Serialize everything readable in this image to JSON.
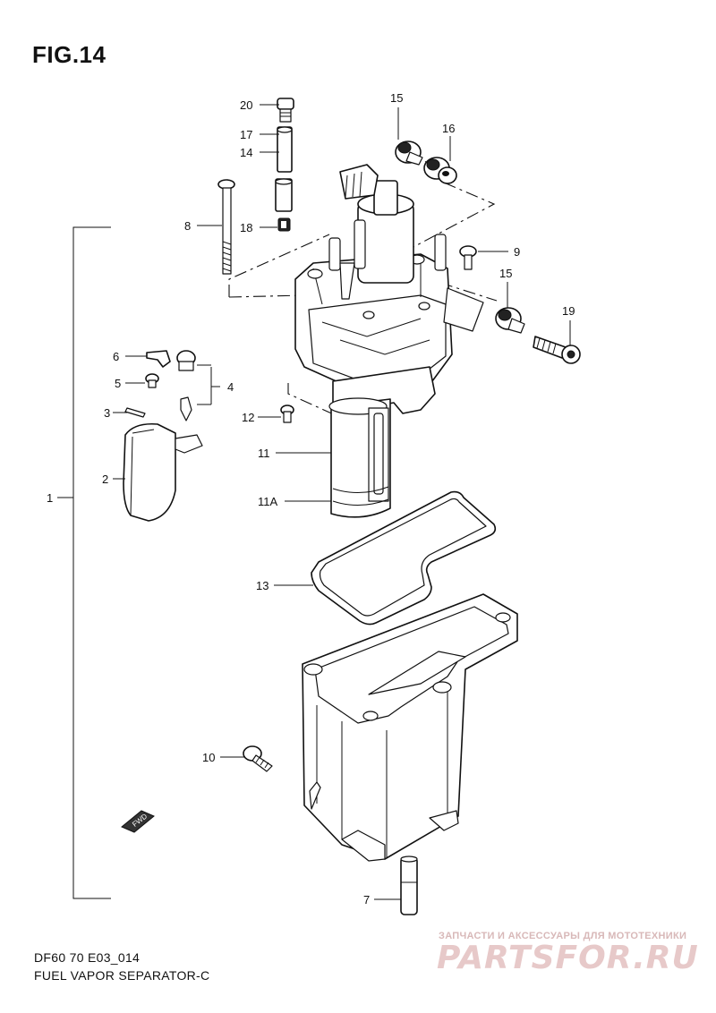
{
  "figure": {
    "title": "FIG.14"
  },
  "footer": {
    "code": "DF60 70 E03_014",
    "name": "FUEL VAPOR SEPARATOR-C"
  },
  "watermark": {
    "small": "ЗАПЧАСТИ И АКСЕССУАРЫ ДЛЯ МОТОТЕХНИКИ",
    "big": "PARTSFOR.RU"
  },
  "direction_label": "FWD",
  "callouts": [
    "20",
    "17",
    "14",
    "15",
    "16",
    "8",
    "18",
    "9",
    "15",
    "19",
    "6",
    "4",
    "5",
    "3",
    "12",
    "2",
    "11",
    "1",
    "11A",
    "13",
    "10",
    "7"
  ]
}
